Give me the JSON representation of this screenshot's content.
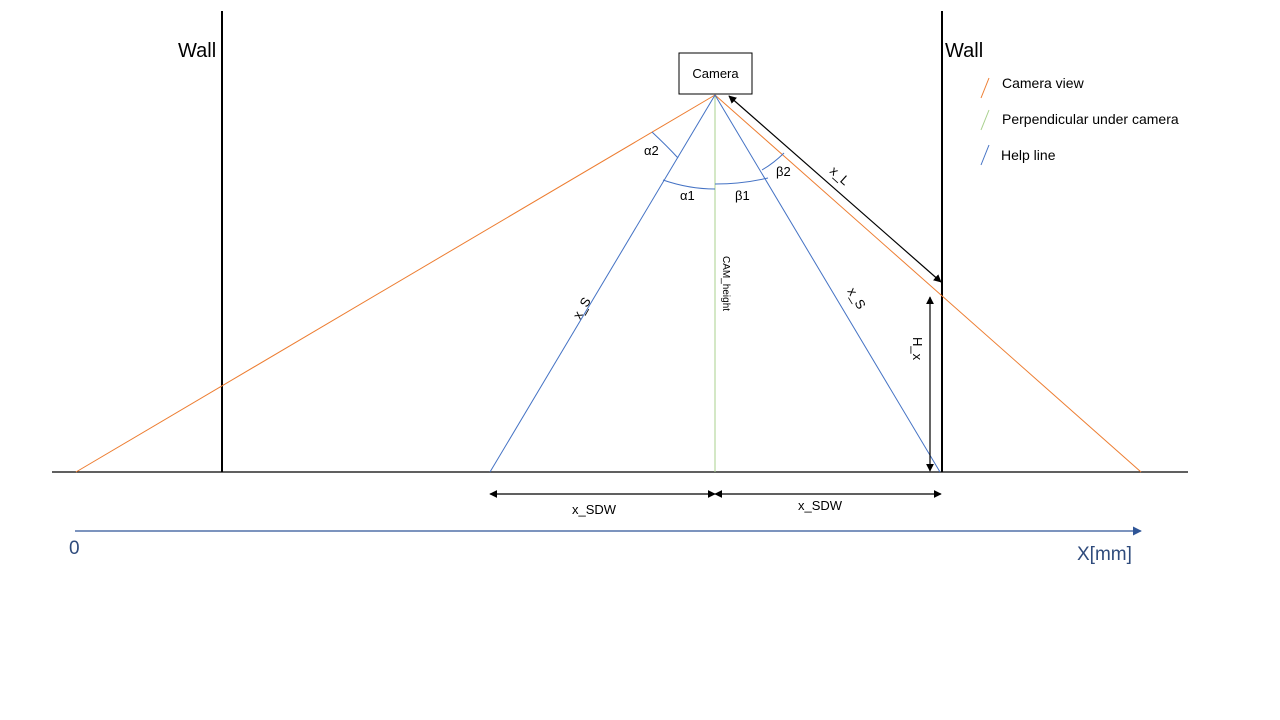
{
  "walls": {
    "left_label": "Wall",
    "right_label": "Wall"
  },
  "camera": {
    "label": "Camera"
  },
  "angles": {
    "alpha1": "α1",
    "alpha2": "α2",
    "beta1": "β1",
    "beta2": "β2"
  },
  "lines": {
    "cam_height": "CAM_height",
    "x_s_left": "x_S",
    "x_s_right": "x_S",
    "x_l": "x_L",
    "h_x": "H_x",
    "x_sdw_left": "x_SDW",
    "x_sdw_right": "x_SDW"
  },
  "axis": {
    "origin": "0",
    "label": "X[mm]"
  },
  "legend": [
    {
      "label": "Camera view",
      "color": "#ed7d31"
    },
    {
      "label": "Perpendicular under camera",
      "color": "#a9d18e"
    },
    {
      "label": "Help line",
      "color": "#4472c4"
    }
  ],
  "colors": {
    "camera_view": "#ed7d31",
    "perpendicular": "#a9d18e",
    "help_line": "#4472c4",
    "axis": "#2f5597"
  }
}
